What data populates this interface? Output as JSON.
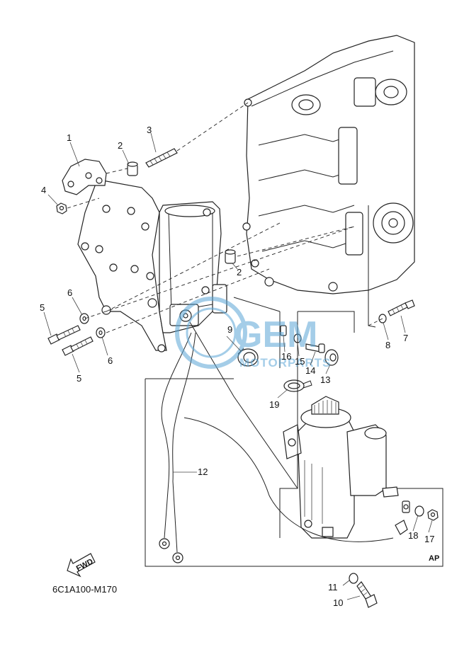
{
  "diagram": {
    "ref_code": "6C1A100-M170",
    "fwd_label": "FWD",
    "ap_label": "AP",
    "watermark": {
      "brand": "GEM",
      "sub": "MOTORPARTS",
      "color": "#5aa6d6"
    },
    "callouts": [
      "1",
      "2",
      "3",
      "4",
      "5",
      "6",
      "6",
      "5",
      "2",
      "9",
      "16",
      "15",
      "14",
      "13",
      "8",
      "7",
      "19",
      "12",
      "18",
      "17",
      "11",
      "10"
    ]
  }
}
